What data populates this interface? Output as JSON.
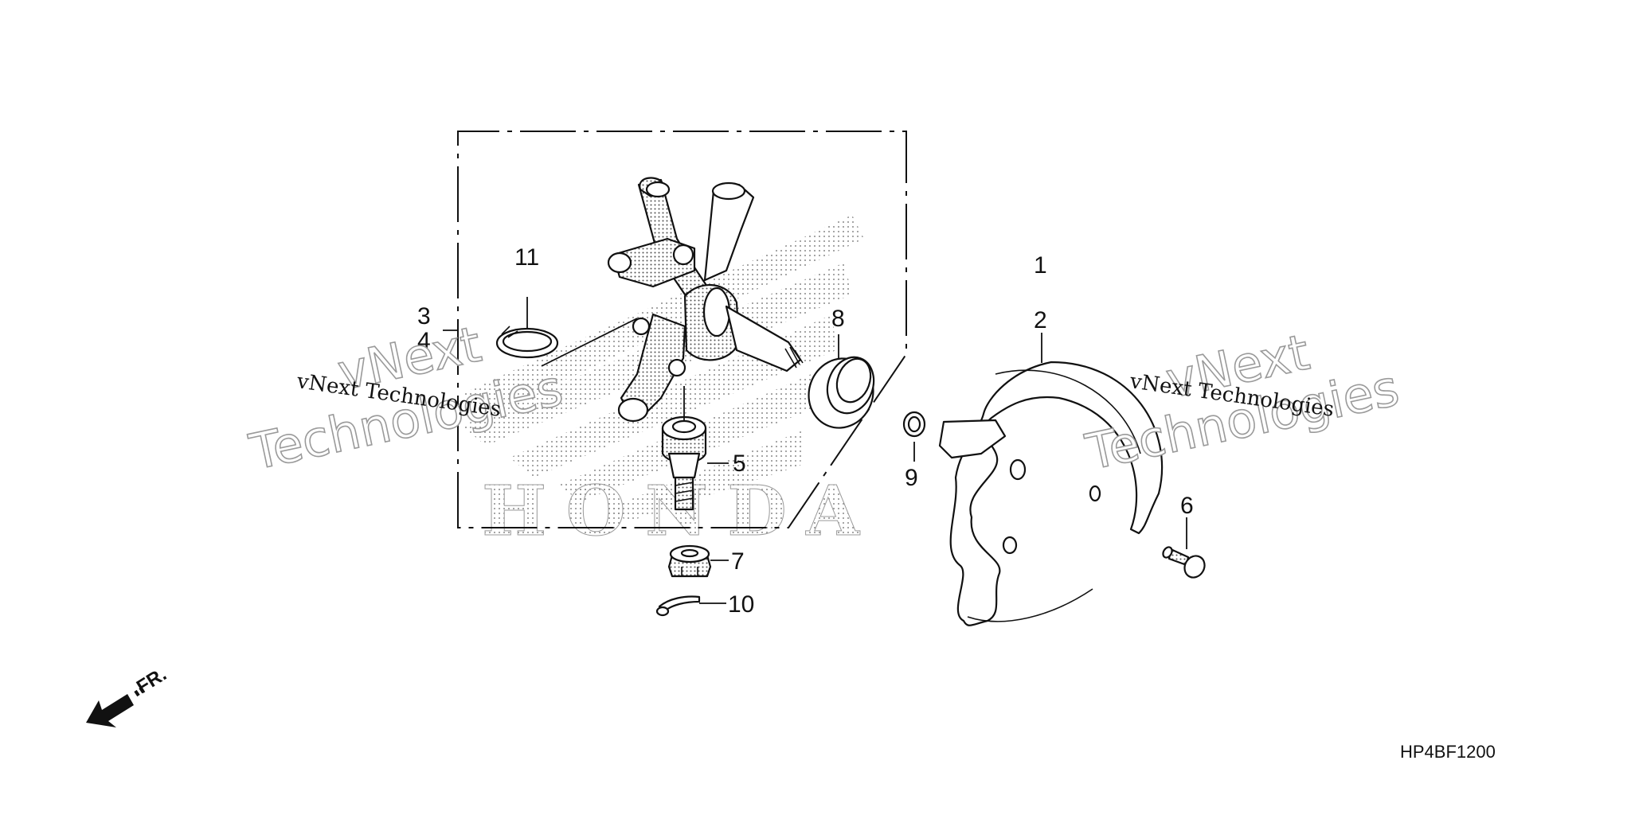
{
  "diagram_code": "HP4BF1200",
  "direction_label": "FR.",
  "callouts": {
    "c1": "1",
    "c2": "2",
    "c3": "3",
    "c4": "4",
    "c5": "5",
    "c6": "6",
    "c7": "7",
    "c8": "8",
    "c9": "9",
    "c10": "10",
    "c11": "11"
  },
  "watermark": {
    "small_text": "vNext Technologies",
    "big_line1": "vNext",
    "big_line2": "Technologies",
    "logo_text": "HONDA"
  }
}
